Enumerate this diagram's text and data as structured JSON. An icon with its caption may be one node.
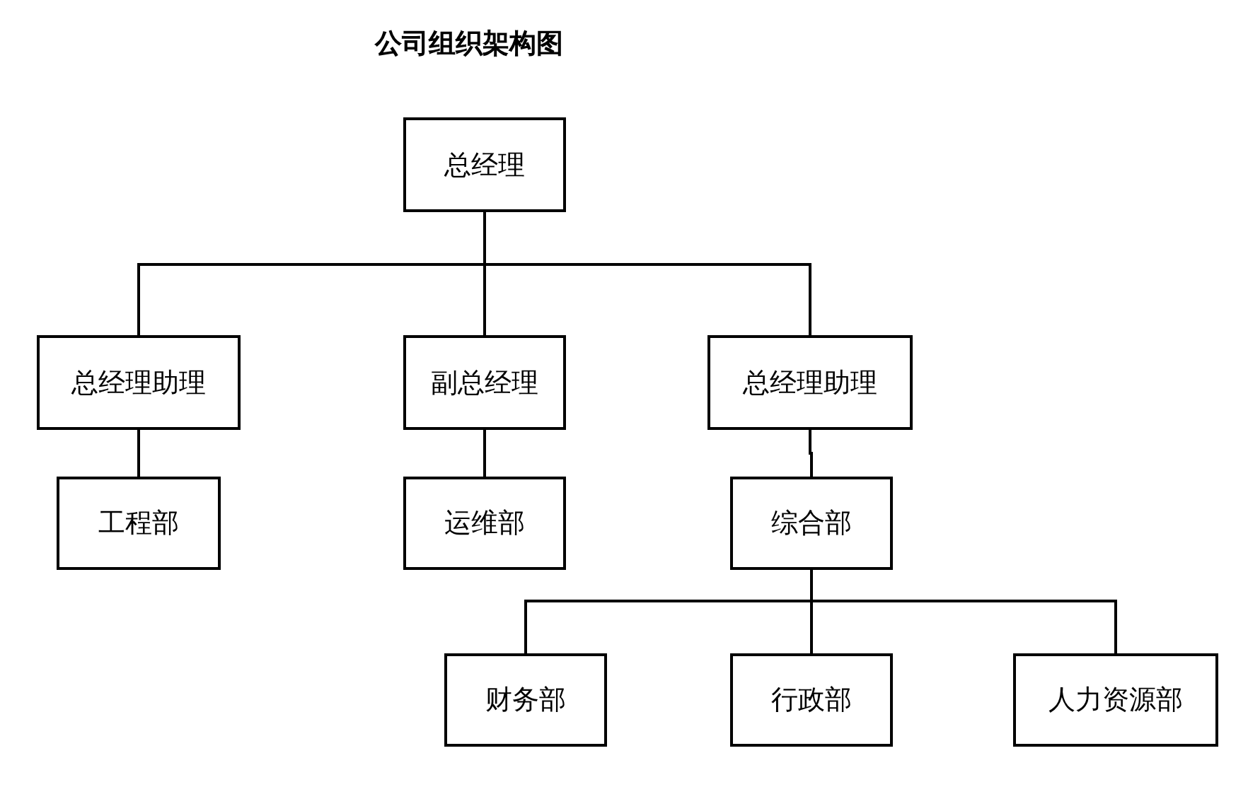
{
  "diagram": {
    "title": "公司组织架构图",
    "nodes": [
      {
        "text": [
          "总经理"
        ]
      },
      {
        "text": [
          "总经理助理"
        ]
      },
      {
        "text": [
          "副总经理"
        ]
      },
      {
        "text": [
          "总经理助理"
        ]
      },
      {
        "text": [
          "工程部"
        ]
      },
      {
        "text": [
          "运维部"
        ]
      },
      {
        "text": [
          "综合部"
        ]
      },
      {
        "text": [
          "财务部"
        ]
      },
      {
        "text": [
          "行政部"
        ]
      },
      {
        "text": [
          "人力资源部"
        ]
      }
    ],
    "edges": [
      {
        "from": 0,
        "to": 1,
        "arrow": "none"
      },
      {
        "from": 0,
        "to": 2,
        "arrow": "none"
      },
      {
        "from": 0,
        "to": 3,
        "arrow": "none"
      },
      {
        "from": 1,
        "to": 4,
        "arrow": "none"
      },
      {
        "from": 2,
        "to": 5,
        "arrow": "none"
      },
      {
        "from": 3,
        "to": 6,
        "arrow": "none"
      },
      {
        "from": 6,
        "to": 7,
        "arrow": "none"
      },
      {
        "from": 6,
        "to": 8,
        "arrow": "none"
      },
      {
        "from": 6,
        "to": 9,
        "arrow": "none"
      }
    ]
  }
}
